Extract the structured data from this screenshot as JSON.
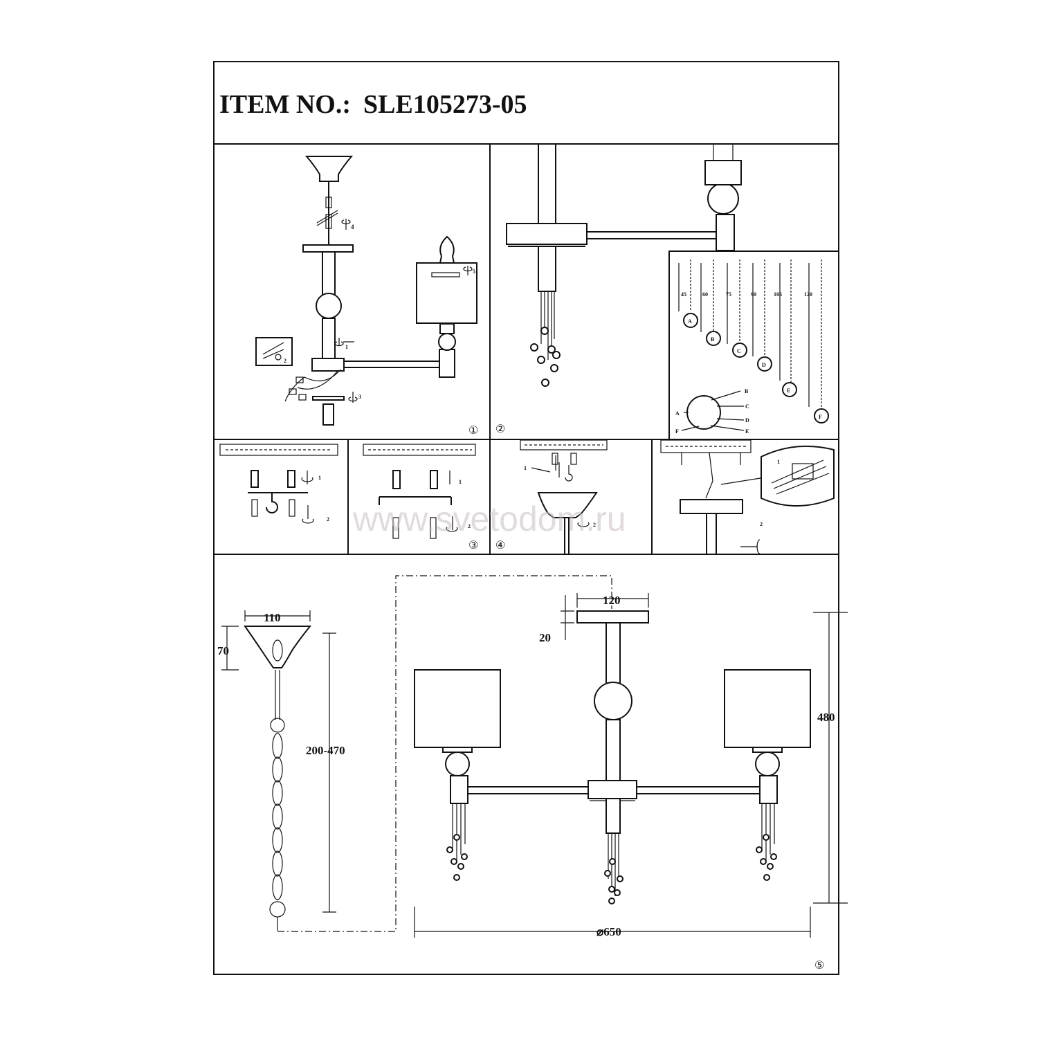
{
  "header": {
    "item_label": "ITEM NO.:",
    "item_number": "SLE105273-05"
  },
  "watermark": "www.svetodom.ru",
  "panels": {
    "p1": {
      "marker": "①",
      "steps": [
        "1",
        "2",
        "3",
        "4",
        "5"
      ]
    },
    "p2": {
      "marker": "②"
    },
    "p3": {
      "marker": "③",
      "steps": [
        "1",
        "2",
        "1",
        "2"
      ]
    },
    "p4": {
      "marker": "④",
      "steps": [
        "1",
        "2",
        "1",
        "2"
      ]
    },
    "p5": {
      "marker": "⑤"
    }
  },
  "crystals": {
    "lengths": [
      "45",
      "60",
      "75",
      "90",
      "105",
      "120"
    ],
    "letters": [
      "A",
      "B",
      "C",
      "D",
      "E",
      "F"
    ],
    "ring_labels": {
      "a": "A",
      "b": "B",
      "c": "C",
      "d": "D",
      "e": "E",
      "f": "F"
    }
  },
  "dimensions": {
    "canopy_width": "110",
    "canopy_height": "70",
    "chain_range": "200-470",
    "plate_width": "120",
    "plate_height": "20",
    "total_height": "480",
    "diameter": "⌀650"
  }
}
